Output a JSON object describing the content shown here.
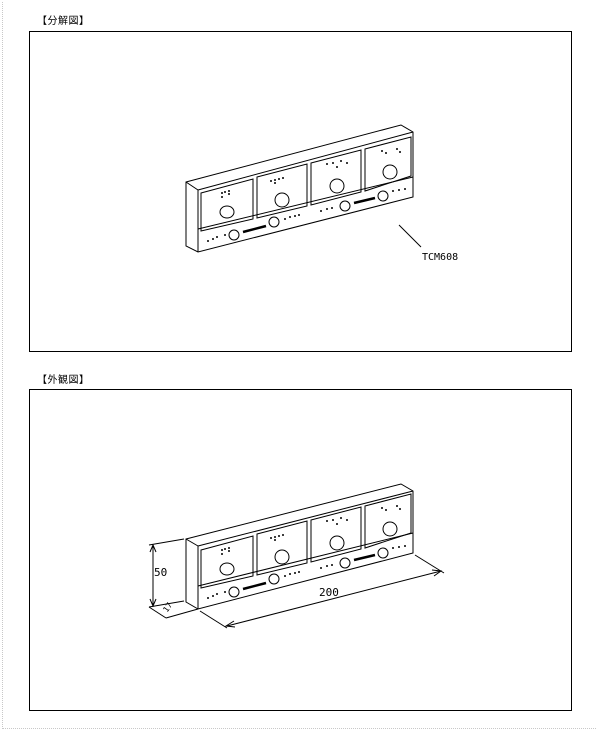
{
  "sections": {
    "exploded": {
      "label": "【分解図】",
      "part_number": "TCM608"
    },
    "exterior": {
      "label": "【外観図】",
      "dim_height": "50",
      "dim_width": "200",
      "dim_depth": "17"
    }
  },
  "device": {
    "module_count": 4,
    "button_count": 4
  }
}
